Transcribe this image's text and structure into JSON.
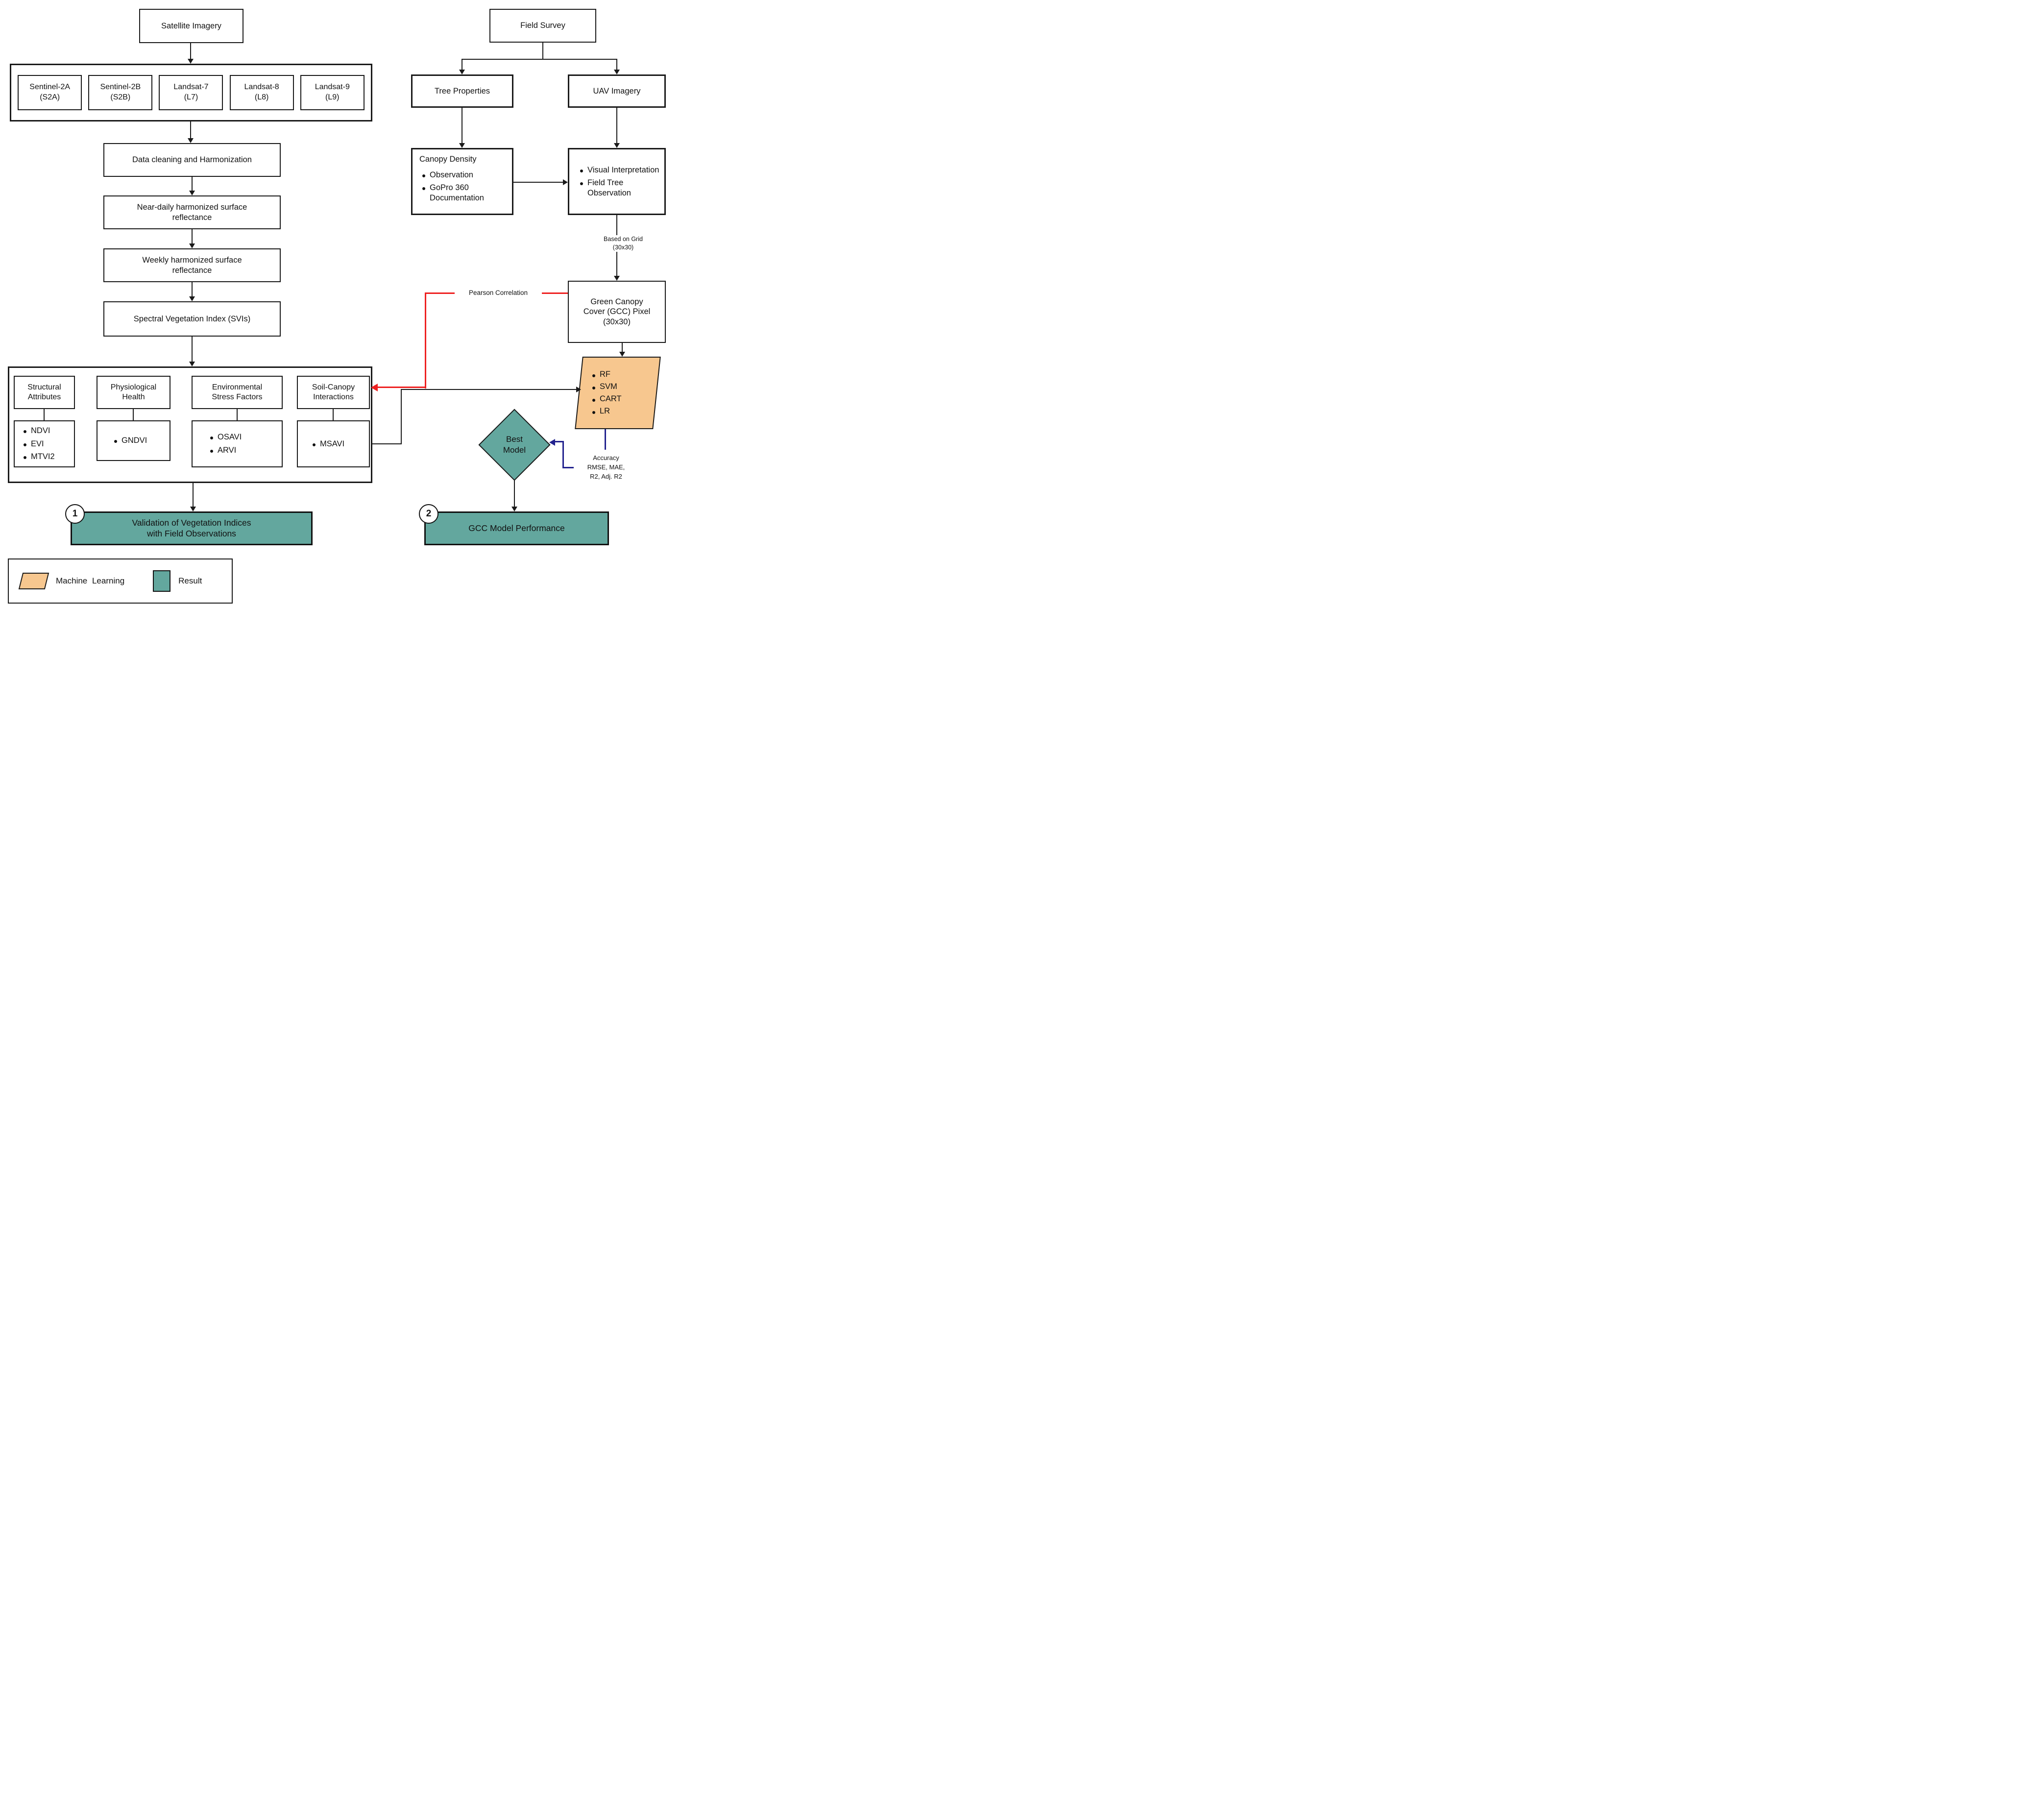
{
  "colors": {
    "teal": "#63a79e",
    "orange": "#f7c78f",
    "red": "#ee2020",
    "navy": "#22228e",
    "line": "#1a1a1a"
  },
  "left": {
    "satellite_imagery": "Satellite Imagery",
    "satellites": [
      {
        "name": "Sentinel-2A",
        "code": "(S2A)"
      },
      {
        "name": "Sentinel-2B",
        "code": "(S2B)"
      },
      {
        "name": "Landsat-7",
        "code": "(L7)"
      },
      {
        "name": "Landsat-8",
        "code": "(L8)"
      },
      {
        "name": "Landsat-9",
        "code": "(L9)"
      }
    ],
    "chain": [
      "Data cleaning and Harmonization",
      "Near-daily harmonized surface\nreflectance",
      "Weekly harmonized surface\nreflectance",
      "Spectral Vegetation Index (SVIs)"
    ],
    "svi_groups": [
      {
        "title": "Structural\nAttributes",
        "items": [
          "NDVI",
          "EVI",
          "MTVI2"
        ]
      },
      {
        "title": "Physiological\nHealth",
        "items": [
          "GNDVI"
        ]
      },
      {
        "title": "Environmental\nStress Factors",
        "items": [
          "OSAVI",
          "ARVI"
        ]
      },
      {
        "title": "Soil-Canopy\nInteractions",
        "items": [
          "MSAVI"
        ]
      }
    ],
    "result1": {
      "badge": "1",
      "label": "Validation of Vegetation Indices\nwith Field Observations"
    }
  },
  "right": {
    "field_survey": "Field Survey",
    "tree_properties": "Tree Properties",
    "uav_imagery": "UAV Imagery",
    "canopy_density": {
      "title": "Canopy Density",
      "items": [
        "Observation",
        "GoPro 360 Documentation"
      ]
    },
    "uav_interpretation": {
      "items": [
        "Visual Interpretation",
        "Field Tree Observation"
      ]
    },
    "based_on_grid": "Based on Grid\n(30x30)",
    "gcc_pixel": "Green Canopy\nCover (GCC) Pixel\n(30x30)",
    "ml_models": {
      "items": [
        "RF",
        "SVM",
        "CART",
        "LR"
      ]
    },
    "best_model": "Best\nModel",
    "pearson": "Pearson Correlation",
    "accuracy": "Accuracy\nRMSE, MAE,\nR2, Adj. R2",
    "result2": {
      "badge": "2",
      "label": "GCC Model Performance"
    }
  },
  "legend": {
    "machine_learning": "Machine Learning",
    "result": "Result"
  }
}
